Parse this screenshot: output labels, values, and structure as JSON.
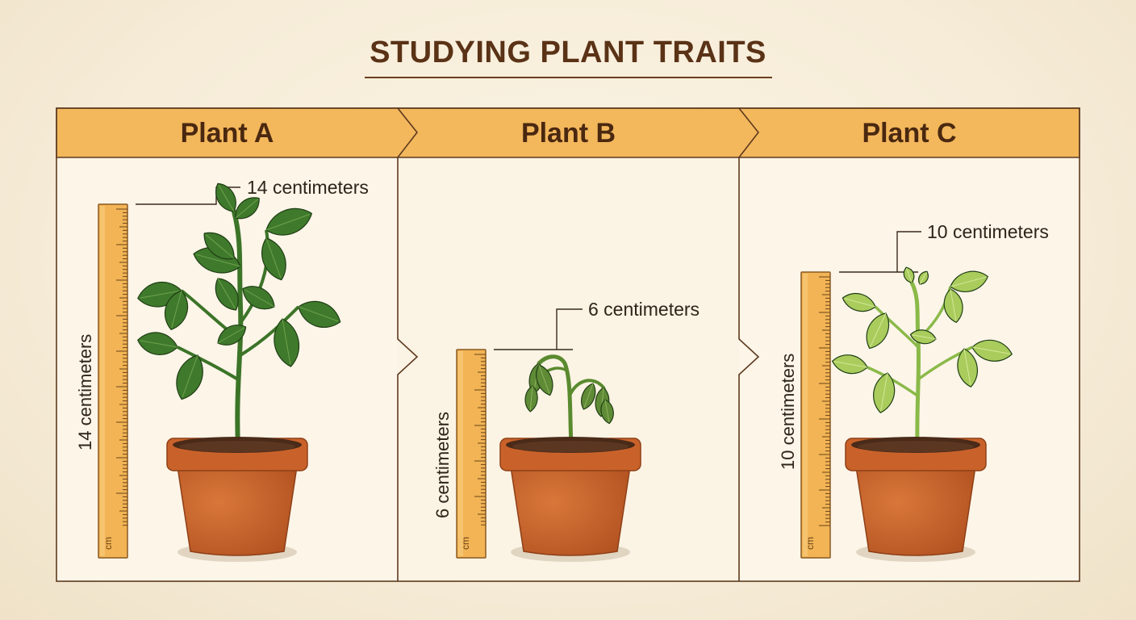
{
  "title": "STUDYING PLANT TRAITS",
  "ruler_unit": "cm",
  "colors": {
    "header_fill": "#f3b75c",
    "border": "#5e3a1e",
    "panel_fill": "#fcf5e8",
    "ruler_fill": "#f2b455",
    "pot": "#c9622a",
    "leaf_dark": "#3f7a2c",
    "leaf_droopy": "#5f8a36",
    "leaf_light": "#a9cc5c"
  },
  "plants": [
    {
      "name": "Plant A",
      "height_label": "14 centimeters",
      "ruler_label": "14 centimeters",
      "height_cm": 14,
      "condition": "healthy-dark-green"
    },
    {
      "name": "Plant B",
      "height_label": "6 centimeters",
      "ruler_label": "6 centimeters",
      "height_cm": 6,
      "condition": "wilted"
    },
    {
      "name": "Plant C",
      "height_label": "10 centimeters",
      "ruler_label": "10 centimeters",
      "height_cm": 10,
      "condition": "healthy-light-green"
    }
  ]
}
